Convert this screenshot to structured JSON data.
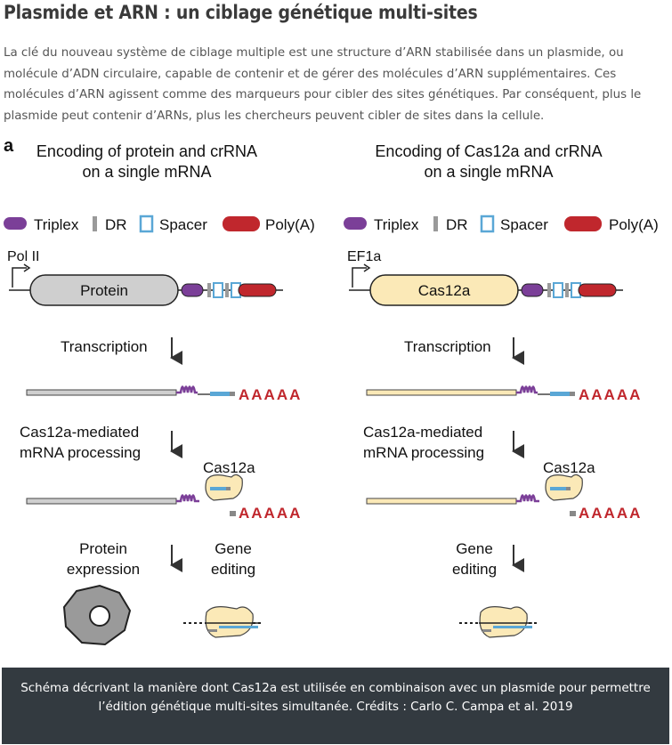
{
  "article": {
    "title": "Plasmide et ARN : un ciblage génétique multi-sites",
    "intro": "La clé du nouveau système de ciblage multiple est une structure d’ARN stabilisée dans un plasmide, ou molécule d’ADN circulaire, capable de contenir et de gérer des molécules d’ARN supplémentaires. Ces molécules d’ARN agissent comme des marqueurs pour cibler des sites génétiques. Par conséquent, plus le plasmide peut contenir d’ARNs, plus les chercheurs peuvent cibler de sites dans la cellule.",
    "caption": "Schéma décrivant la manière dont Cas12a est utilisée en combinaison avec un plasmide pour permettre l’édition génétique multi-sites simultanée. Crédits : Carlo C. Campa et al. 2019"
  },
  "figure": {
    "panel_label": "a",
    "legend": {
      "triplex": "Triplex",
      "dr": "DR",
      "spacer": "Spacer",
      "polya": "Poly(A)"
    },
    "left": {
      "heading_1": "Encoding of protein and crRNA",
      "heading_2": "on a single mRNA",
      "promoter": "Pol II",
      "gene": "Protein",
      "step_transcription": "Transcription",
      "step_processing_1": "Cas12a-mediated",
      "step_processing_2": "mRNA processing",
      "cas12a_label": "Cas12a",
      "polya_tail": "AAAAA",
      "outcome_protein_1": "Protein",
      "outcome_protein_2": "expression",
      "outcome_gene_1": "Gene",
      "outcome_gene_2": "editing"
    },
    "right": {
      "heading_1": "Encoding of Cas12a and crRNA",
      "heading_2": "on a single mRNA",
      "promoter": "EF1a",
      "gene": "Cas12a",
      "step_transcription": "Transcription",
      "step_processing_1": "Cas12a-mediated",
      "step_processing_2": "mRNA processing",
      "cas12a_label": "Cas12a",
      "polya_tail": "AAAAA",
      "outcome_gene_1": "Gene",
      "outcome_gene_2": "editing"
    },
    "colors": {
      "triplex": "#7b3f98",
      "dr": "#9a9a9a",
      "spacer": "#5aa7d6",
      "polya": "#c0272d",
      "protein_box": "#cfcfcf",
      "cas12a_box": "#fbe9b7"
    }
  }
}
